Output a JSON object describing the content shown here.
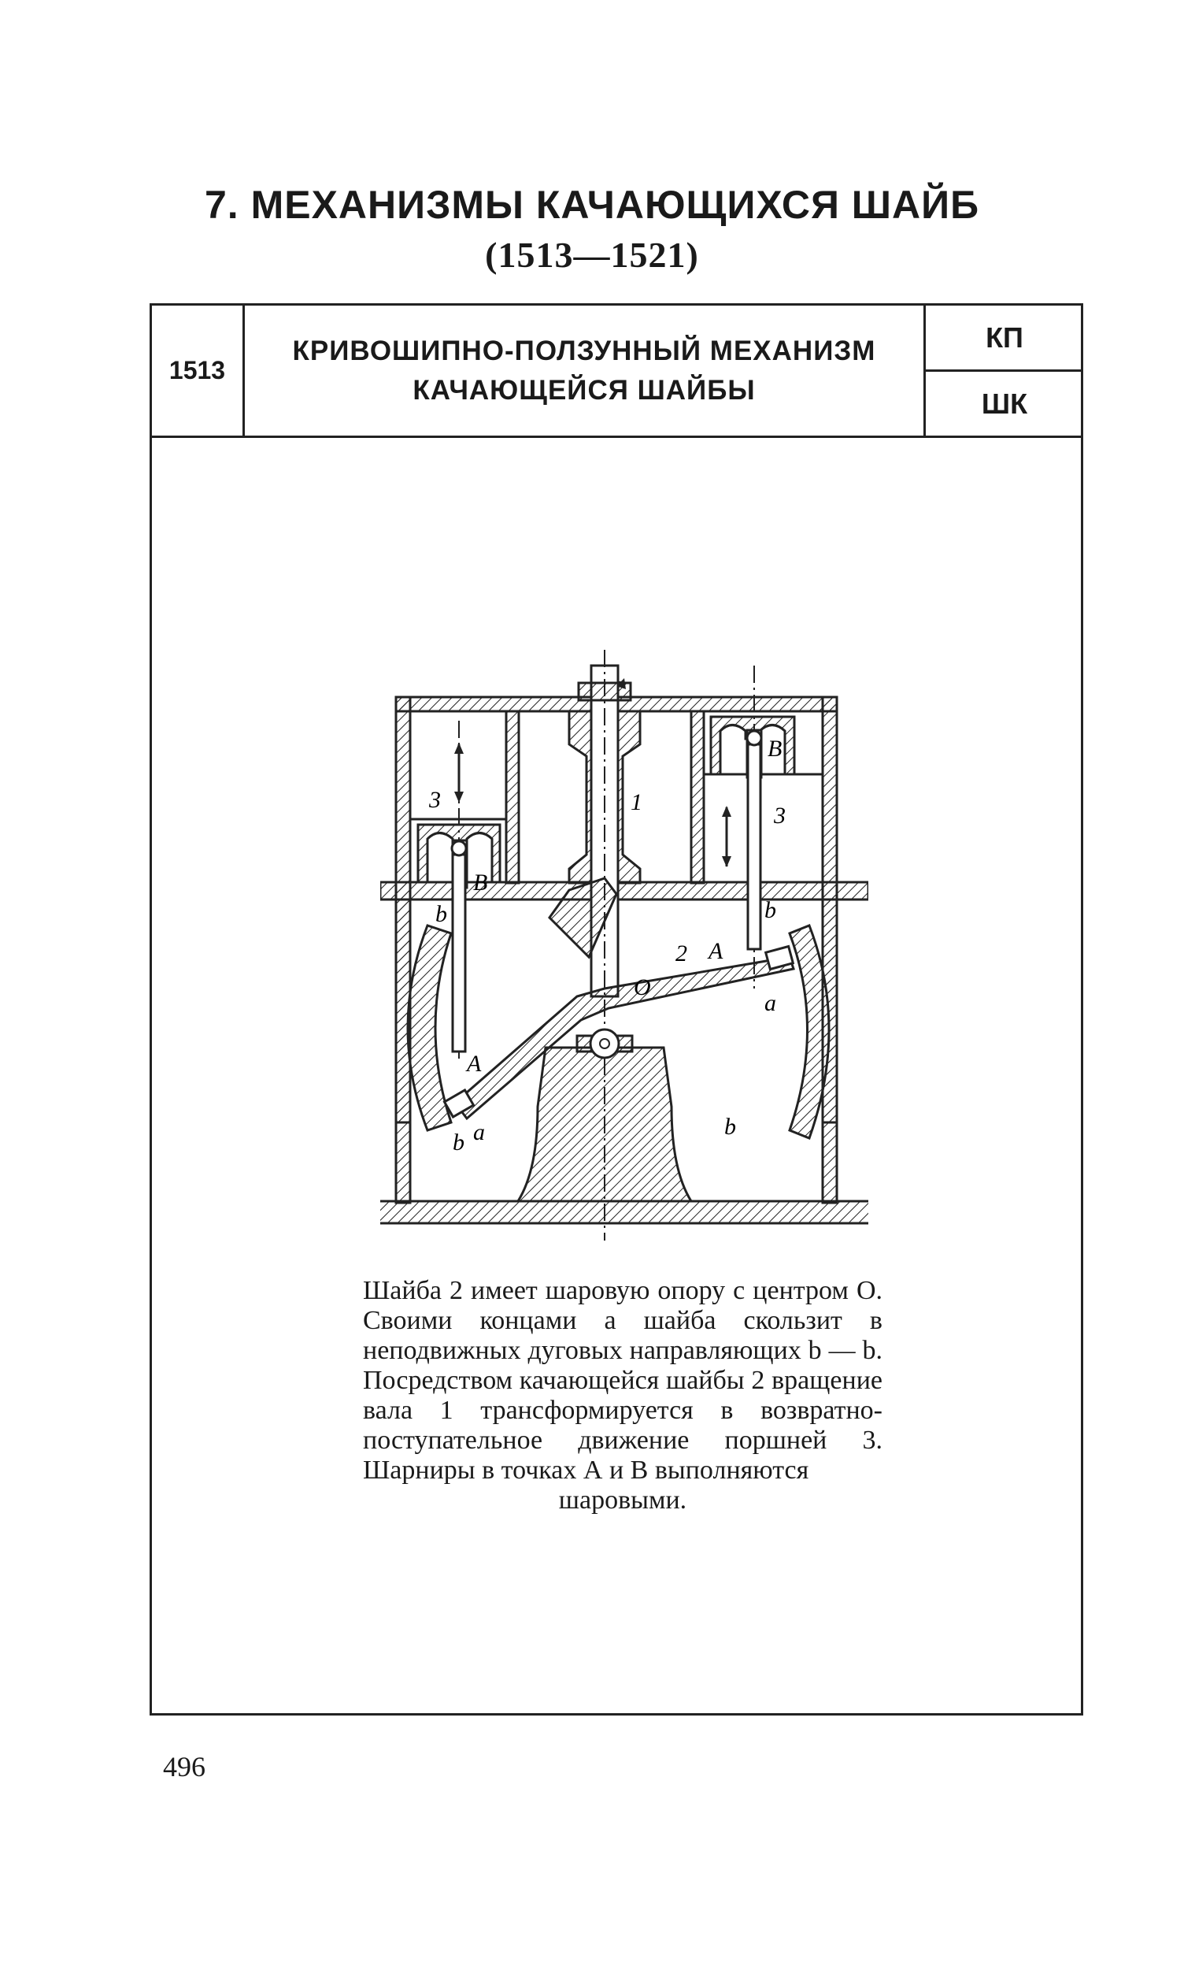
{
  "section": {
    "title": "7. МЕХАНИЗМЫ КАЧАЮЩИХСЯ ШАЙБ",
    "range": "(1513—1521)"
  },
  "entry": {
    "number": "1513",
    "title_line1": "КРИВОШИПНО-ПОЛЗУННЫЙ МЕХАНИЗМ",
    "title_line2": "КАЧАЮЩЕЙСЯ ШАЙБЫ",
    "code_top": "КП",
    "code_bottom": "ШК"
  },
  "figure_labels": {
    "shaft": "1",
    "swashplate": "2",
    "piston_left": "3",
    "piston_right": "3",
    "joint_A_left": "A",
    "joint_A_right": "A",
    "joint_B_left": "B",
    "joint_B_right": "B",
    "center": "O",
    "end_a_left": "a",
    "end_a_right": "a",
    "guide_b_tl": "b",
    "guide_b_tr": "b",
    "guide_b_bl": "b",
    "guide_b_br": "b"
  },
  "caption": {
    "body": "Шайба 2 имеет шаровую опору с центром О. Своими концами а шайба скользит в неподвижных дуговых направляющих b — b. Посредством качающейся шайбы 2 вращение вала 1 трансформируется в возвратно-поступательное движение поршней 3. Шарниры в точках А и В выполняются",
    "last_line": "шаровыми."
  },
  "page_number": "496"
}
